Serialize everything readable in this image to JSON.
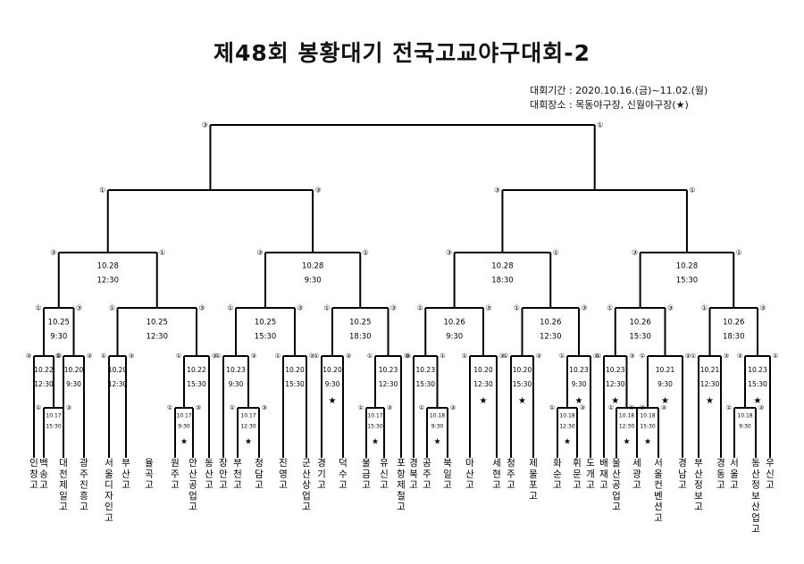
{
  "title": "제48회 봉황대기 전국고교야구대회-2",
  "info": {
    "period": "대회기간 : 2020.10.16.(금)~11.02.(월)",
    "venue": "대회장소 : 목동야구장, 신월야구장(★)"
  },
  "teams": [
    "인창고",
    "백송고",
    "대전제일고",
    "광주진흥고",
    "서울디자인고",
    "부산고",
    "율곡고",
    "원주고",
    "안산공업고",
    "동산고",
    "장안고",
    "부천고",
    "청담고",
    "진영고",
    "군산상업고",
    "경기고",
    "덕수고",
    "물금고",
    "유신고",
    "포항제철고",
    "경북고",
    "공주고",
    "북일고",
    "마산고",
    "세현고",
    "청주고",
    "제물포고",
    "화순고",
    "휘문고",
    "도개고",
    "배재고",
    "울산공업고",
    "세광고",
    "서울컨벤션고",
    "경남고",
    "부산정보고",
    "경동고",
    "서울고",
    "동산정보산업고",
    "우신고"
  ],
  "round1": [
    {
      "date": "10.17",
      "time": "15:30",
      "venue_mark": ""
    },
    {
      "date": "10.17",
      "time": "9:30",
      "venue_mark": "★"
    },
    {
      "date": "10.17",
      "time": "12:30",
      "venue_mark": "★"
    },
    {
      "date": "10.17",
      "time": "15:30",
      "venue_mark": "★"
    },
    {
      "date": "10.18",
      "time": "9:30",
      "venue_mark": "★"
    },
    {
      "date": "10.18",
      "time": "12:30",
      "venue_mark": "★"
    },
    {
      "date": "10.18",
      "time": "12:30",
      "venue_mark": "★"
    },
    {
      "date": "10.18",
      "time": "15:30",
      "venue_mark": "★"
    },
    {
      "date": "10.18",
      "time": "9:30",
      "venue_mark": ""
    }
  ],
  "round2": [
    {
      "date": "10.22",
      "time": "12:30",
      "venue_mark": ""
    },
    {
      "date": "10.20",
      "time": "9:30",
      "venue_mark": ""
    },
    {
      "date": "10.20",
      "time": "12:30",
      "venue_mark": ""
    },
    {
      "date": "10.22",
      "time": "15:30",
      "venue_mark": ""
    },
    {
      "date": "10.23",
      "time": "9:30",
      "venue_mark": ""
    },
    {
      "date": "10.20",
      "time": "15:30",
      "venue_mark": ""
    },
    {
      "date": "10.20",
      "time": "9:30",
      "venue_mark": "★"
    },
    {
      "date": "10.23",
      "time": "12:30",
      "venue_mark": ""
    },
    {
      "date": "10.23",
      "time": "15:30",
      "venue_mark": ""
    },
    {
      "date": "10.20",
      "time": "12:30",
      "venue_mark": "★"
    },
    {
      "date": "10.20",
      "time": "15:30",
      "venue_mark": "★"
    },
    {
      "date": "10.23",
      "time": "9:30",
      "venue_mark": "★"
    },
    {
      "date": "10.23",
      "time": "12:30",
      "venue_mark": "★"
    },
    {
      "date": "10.21",
      "time": "9:30",
      "venue_mark": "★"
    },
    {
      "date": "10.21",
      "time": "12:30",
      "venue_mark": "★"
    },
    {
      "date": "10.23",
      "time": "15:30",
      "venue_mark": "★"
    }
  ],
  "round3": [
    {
      "date": "10.25",
      "time": "9:30"
    },
    {
      "date": "10.25",
      "time": "12:30"
    },
    {
      "date": "10.25",
      "time": "15:30"
    },
    {
      "date": "10.25",
      "time": "18:30"
    },
    {
      "date": "10.26",
      "time": "9:30"
    },
    {
      "date": "10.26",
      "time": "12:30"
    },
    {
      "date": "10.26",
      "time": "15:30"
    },
    {
      "date": "10.26",
      "time": "18:30"
    }
  ],
  "round4": [
    {
      "date": "10.28",
      "time": "12:30"
    },
    {
      "date": "10.28",
      "time": "9:30"
    },
    {
      "date": "10.28",
      "time": "18:30"
    },
    {
      "date": "10.28",
      "time": "15:30"
    }
  ],
  "side_marks": {
    "r5": [
      [
        "①",
        "③"
      ],
      [
        "③",
        "①"
      ]
    ],
    "r6": [
      [
        "③",
        "①"
      ]
    ],
    "r4": [
      [
        "③",
        "①"
      ],
      [
        "③",
        "①"
      ],
      [
        "③",
        "①"
      ],
      [
        "③",
        "①"
      ]
    ],
    "r3": [
      [
        "①",
        "③"
      ],
      [
        "①",
        "③"
      ],
      [
        "①",
        "③"
      ],
      [
        "①",
        "③"
      ],
      [
        "①",
        "③"
      ],
      [
        "①",
        "③"
      ],
      [
        "①",
        "③"
      ],
      [
        "①",
        "③"
      ]
    ],
    "r2": [
      [
        "③",
        "①"
      ],
      [
        "①",
        "③"
      ],
      [
        "①",
        "③"
      ],
      [
        "①",
        "③"
      ],
      [
        "①",
        "③"
      ],
      [
        "①",
        "③"
      ],
      [
        "①",
        "③"
      ],
      [
        "①",
        "③"
      ],
      [
        "③",
        "①"
      ],
      [
        "①",
        "③"
      ],
      [
        "①",
        "③"
      ],
      [
        "①",
        "③"
      ],
      [
        "①",
        "③"
      ],
      [
        "①",
        "③"
      ],
      [
        "①",
        "③"
      ],
      [
        "③",
        "①"
      ]
    ],
    "r1": [
      [
        "①",
        "③"
      ],
      [
        "①",
        "③"
      ],
      [
        "①",
        "③"
      ],
      [
        "①",
        "③"
      ],
      [
        "①",
        "③"
      ],
      [
        "①",
        "③"
      ],
      [
        "①",
        "③"
      ],
      [
        "①",
        "③"
      ],
      [
        "①",
        "③"
      ]
    ]
  }
}
